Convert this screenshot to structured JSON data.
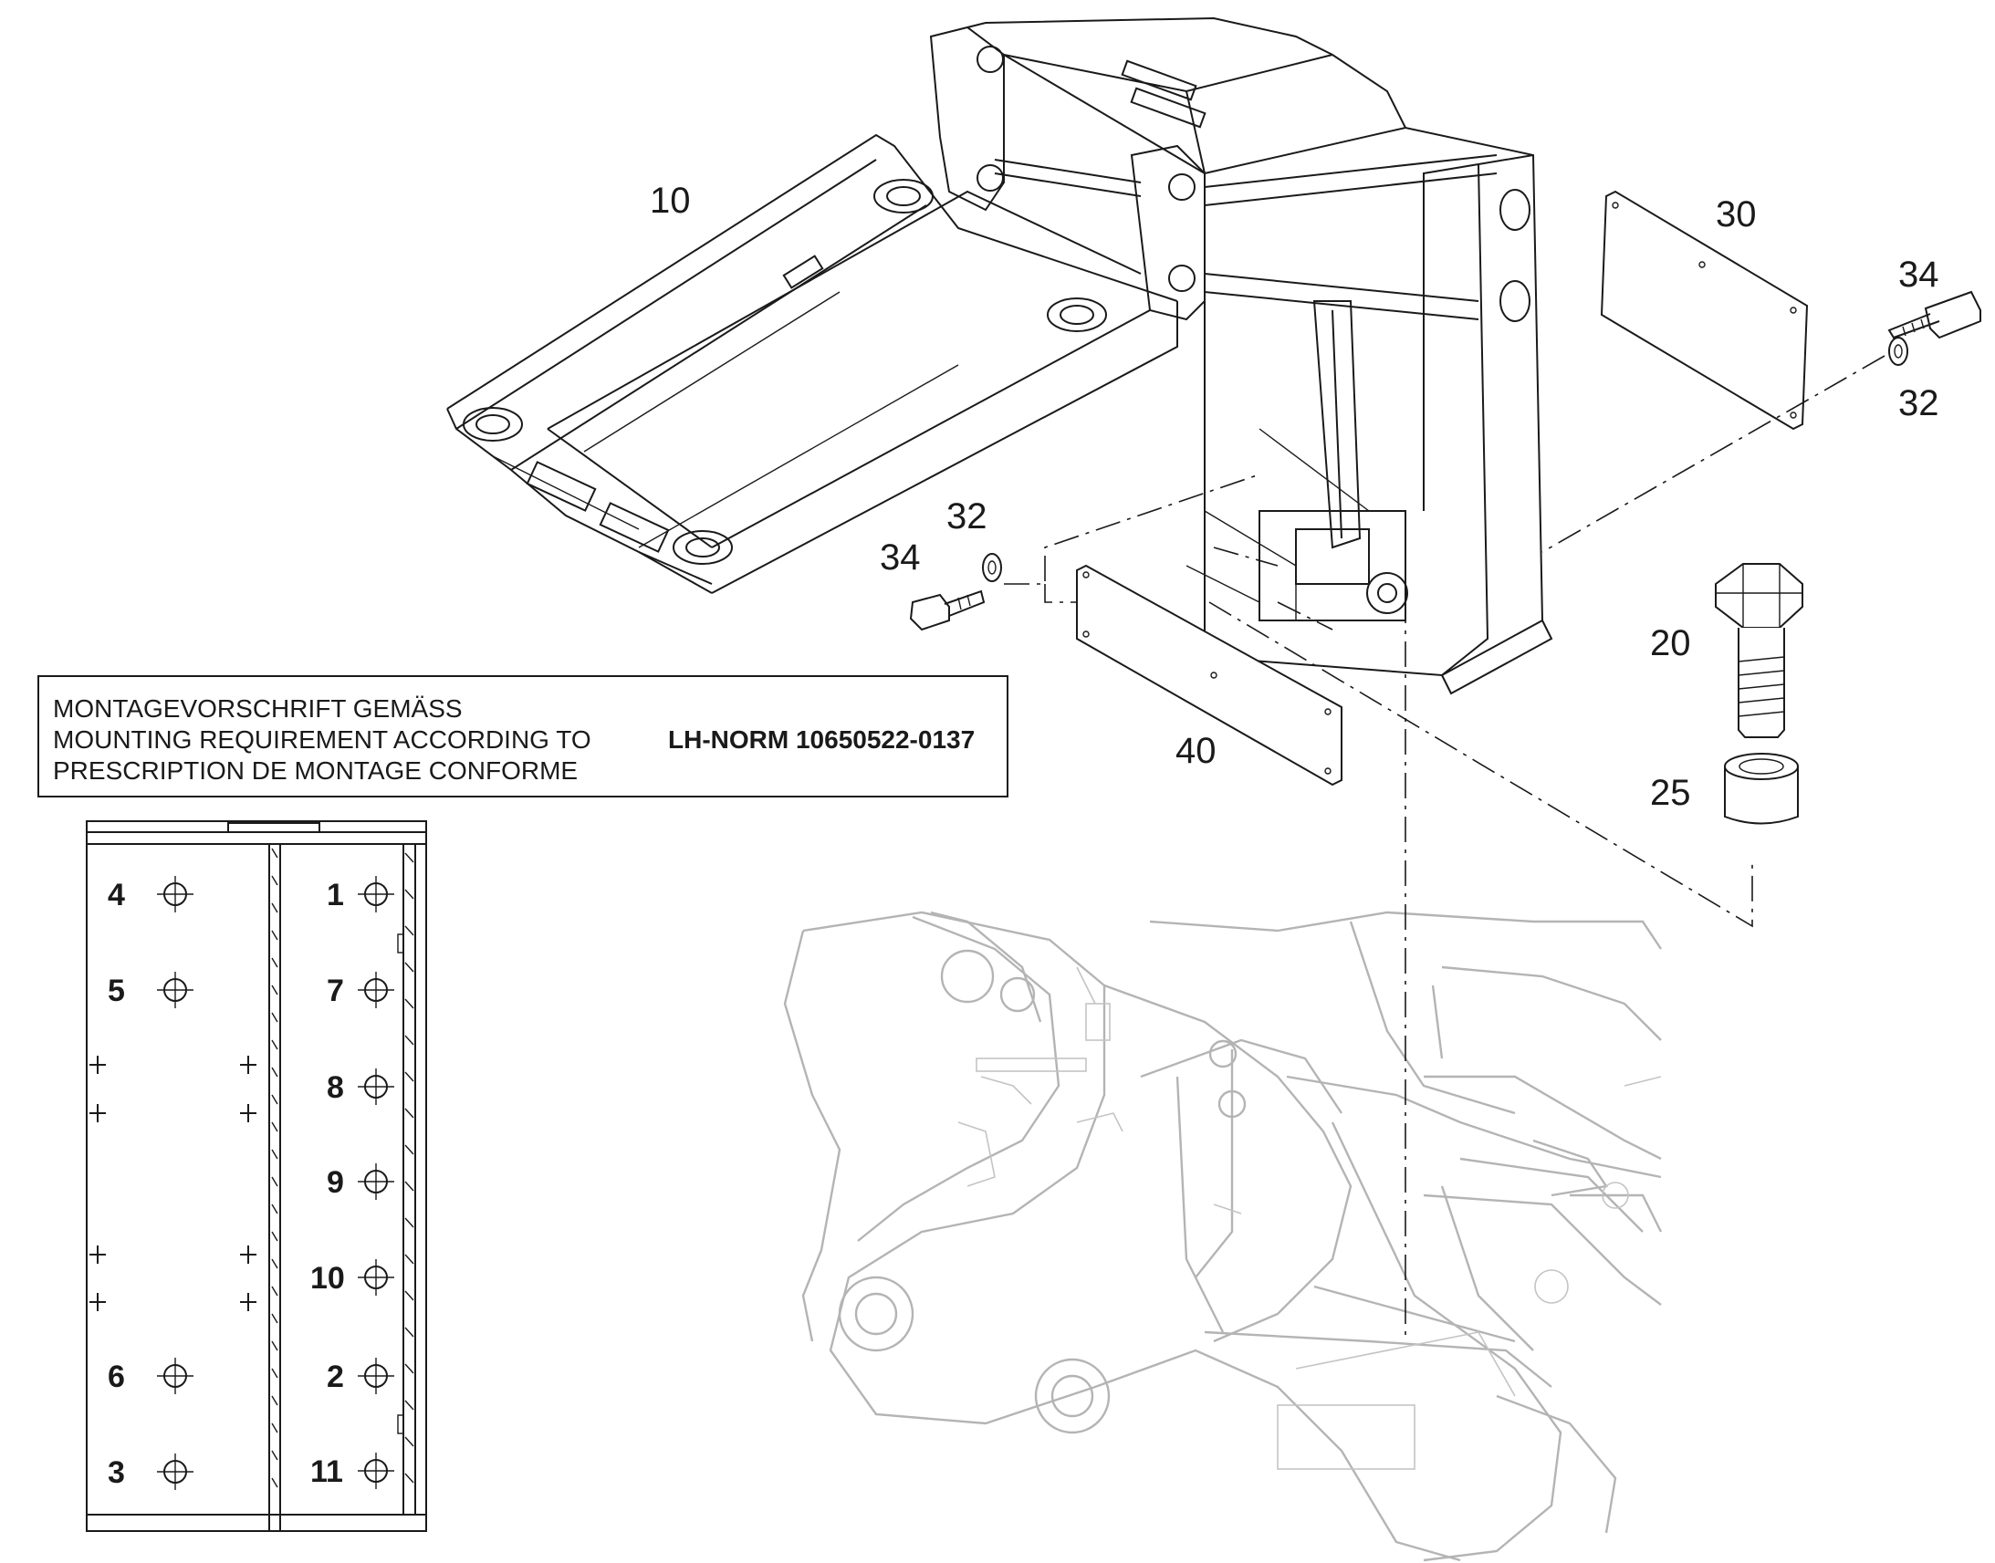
{
  "callouts": {
    "c10": "10",
    "c30": "30",
    "c34a": "34",
    "c32a": "32",
    "c32b": "32",
    "c34b": "34",
    "c20": "20",
    "c25": "25",
    "c40": "40"
  },
  "note": {
    "line1": "MONTAGEVORSCHRIFT GEMÄSS",
    "line2": "MOUNTING REQUIREMENT ACCORDING TO",
    "line3": "PRESCRIPTION DE MONTAGE CONFORME",
    "norm": "LH-NORM 10650522-0137"
  },
  "holes": {
    "h1": "1",
    "h2": "2",
    "h3": "3",
    "h4": "4",
    "h5": "5",
    "h6": "6",
    "h7": "7",
    "h8": "8",
    "h9": "9",
    "h10": "10",
    "h11": "11"
  }
}
